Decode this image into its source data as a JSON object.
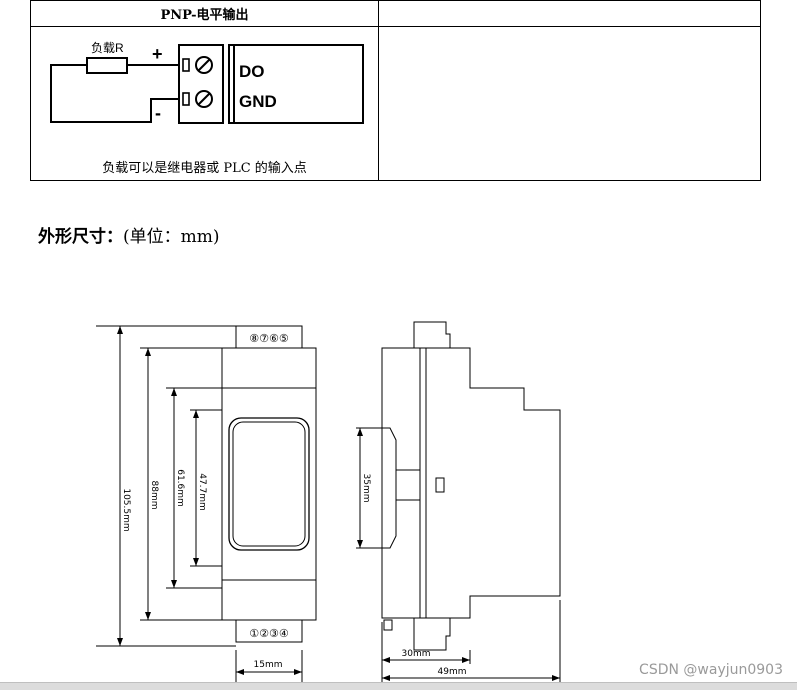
{
  "wiring_table": {
    "header_left": "PNP-电平输出",
    "header_right": "",
    "circuit": {
      "load_label": "负载R",
      "plus_sign": "+",
      "minus_sign": "-",
      "terminal_do": "DO",
      "terminal_gnd": "GND"
    },
    "caption": "负载可以是继电器或 PLC 的输入点"
  },
  "section_title": {
    "bold": "外形尺寸：",
    "normal": "(单位：mm)"
  },
  "drawing": {
    "top_terminals": "⑧⑦⑥⑤",
    "bottom_terminals": "①②③④",
    "dim_total_height": "105.5mm",
    "dim_body_height": "88mm",
    "dim_middle_height": "61.6mm",
    "dim_window_height": "47.7mm",
    "dim_front_width": "15mm",
    "dim_rail_height": "35mm",
    "dim_side_partial_depth": "30mm",
    "dim_side_depth": "49mm"
  },
  "watermark": "CSDN @wayjun0903"
}
